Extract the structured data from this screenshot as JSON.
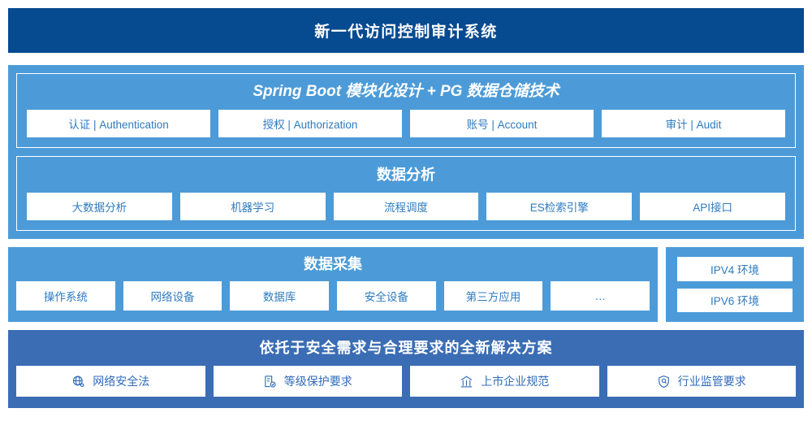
{
  "header": {
    "title": "新一代访问控制审计系统"
  },
  "architecture": {
    "platform": {
      "title": "Spring Boot 模块化设计 + PG 数据仓储技术",
      "items": [
        {
          "label": "认证 | Authentication"
        },
        {
          "label": "授权 | Authorization"
        },
        {
          "label": "账号 | Account"
        },
        {
          "label": "审计 | Audit"
        }
      ]
    },
    "analysis": {
      "title": "数据分析",
      "items": [
        {
          "label": "大数据分析"
        },
        {
          "label": "机器学习"
        },
        {
          "label": "流程调度"
        },
        {
          "label": "ES检索引擎"
        },
        {
          "label": "API接口"
        }
      ]
    },
    "collection": {
      "title": "数据采集",
      "items": [
        {
          "label": "操作系统"
        },
        {
          "label": "网络设备"
        },
        {
          "label": "数据库"
        },
        {
          "label": "安全设备"
        },
        {
          "label": "第三方应用"
        },
        {
          "label": "…"
        }
      ]
    },
    "environments": {
      "items": [
        {
          "label": "IPV4 环境"
        },
        {
          "label": "IPV6 环境"
        }
      ]
    },
    "compliance": {
      "title": "依托于安全需求与合理要求的全新解决方案",
      "items": [
        {
          "label": "网络安全法",
          "icon": "globe-icon"
        },
        {
          "label": "等级保护要求",
          "icon": "document-check-icon"
        },
        {
          "label": "上市企业规范",
          "icon": "bank-building-icon"
        },
        {
          "label": "行业监管要求",
          "icon": "shield-search-icon"
        }
      ]
    }
  },
  "colors": {
    "header_navy": "#064A90",
    "panel_blue": "#4C9BD8",
    "panel_dark_blue": "#3B6DB4",
    "chip_text": "#2E7BC0"
  }
}
